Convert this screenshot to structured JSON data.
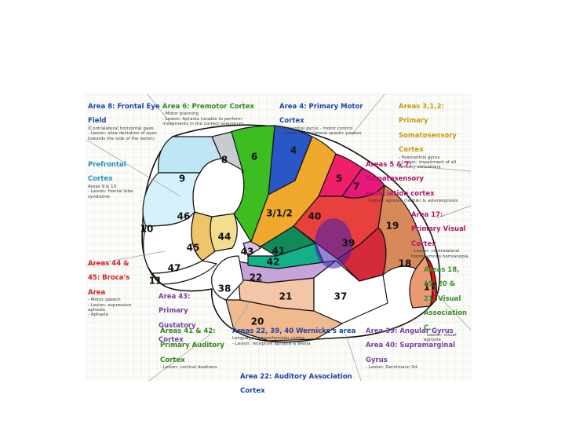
{
  "diagram": {
    "regions": [
      {
        "number": "4",
        "color": "#2a57c8"
      },
      {
        "number": "6",
        "color": "#3dbd22"
      },
      {
        "number": "8",
        "color": "#c8ccd0"
      },
      {
        "number": "9",
        "color": "#bfe6f4"
      },
      {
        "number": "10",
        "color": "#d6f1fa"
      },
      {
        "number": "46",
        "color": "#ffffff"
      },
      {
        "number": "44",
        "color": "#f3dd8e"
      },
      {
        "number": "45",
        "color": "#efc56a"
      },
      {
        "number": "47",
        "color": "#ffffff"
      },
      {
        "number": "11",
        "color": "#ffffff"
      },
      {
        "number": "43",
        "color": "#d7c2e6"
      },
      {
        "number": "41",
        "color": "#0f8a5a"
      },
      {
        "number": "42",
        "color": "#14b08a"
      },
      {
        "number": "3/1/2",
        "color": "#f0a92c"
      },
      {
        "number": "5",
        "color": "#f01f6a"
      },
      {
        "number": "7",
        "color": "#e8187a"
      },
      {
        "number": "40",
        "color": "#e8403c"
      },
      {
        "number": "39",
        "color": "#d42a3a"
      },
      {
        "number": "19",
        "color": "#d8895a"
      },
      {
        "number": "18",
        "color": "#ec9a75"
      },
      {
        "number": "17",
        "color": "#e01414"
      },
      {
        "number": "22",
        "color": "#c6a3d9"
      },
      {
        "number": "38",
        "color": "#ffffff"
      },
      {
        "number": "37",
        "color": "#ffffff"
      },
      {
        "number": "21",
        "color": "#f2c6a6"
      },
      {
        "number": "20",
        "color": "#f0b98e"
      }
    ],
    "annotations": [
      {
        "title": "Area 8: Frontal Eye Field",
        "body": "(Contralateral horizontal gaze\n- Lesion: slow deviation of eyes towards the side of the lesion)",
        "color": "#1b45a8"
      },
      {
        "title": "Area 6: Premotor Cortex",
        "body": "- Motor planning\n- Lesion: Apraxia (unable to perform movements in the correct sequence)",
        "color": "#2e8a1f"
      },
      {
        "title": "Area 4: Primary Motor Cortex",
        "body": "- Precentral gyrus - motor control\n- Lesion: contralateral spastic paresis",
        "color": "#1b45a8"
      },
      {
        "title": "Areas 3,1,2: Primary Somatosensory Cortex",
        "body": "- Postcentral gyrus\n- Lesion: impairment of all sensory sensations",
        "color": "#c79a10"
      },
      {
        "title": "Prefrontal Cortex",
        "body": "Areas 9 & 10\n- Lesion: frontal lobe syndrome",
        "color": "#1e93c0"
      },
      {
        "title": "Areas 5 & 7: Somatosensory association cortex",
        "body": "- Lesion: agnosia (tactile) & astereognosis",
        "color": "#b5146e"
      },
      {
        "title": "Area 17: Primary Visual Cortex",
        "body": "- Lesion: contralateral homonymous hemianopia",
        "color": "#b5146e"
      },
      {
        "title": "Areas 44 & 45: Broca's Area",
        "body": "- Motor speech\n- Lesion: expressive aphasia\n- Aphasia",
        "color": "#d21f1f"
      },
      {
        "title": "Area 43: Primary Gustatory Cortex",
        "body": "",
        "color": "#7a3fa0"
      },
      {
        "title": "Areas 18, 19, 20 & 21: Visual Association C.",
        "body": "- Lesion: visual agnosia",
        "color": "#3b8c2a"
      },
      {
        "title": "Areas 41 & 42: Primary Auditory Cortex",
        "body": "- Lesion: cortical deafness",
        "color": "#2e8a1f"
      },
      {
        "title": "Areas 22, 39, 40 Wernicke's area",
        "body": "Language comprehension center\n- Lesion: receptive aphasia & alexia",
        "color": "#1b45a8"
      },
      {
        "title": "Area 39: Angular Gyrus  Area 40: Supramarginal Gyrus",
        "body": "- Lesion: Gerstmann Sd.",
        "color": "#7a3fa0"
      },
      {
        "title": "Area 22: Auditory Association Cortex",
        "body": "",
        "color": "#1b45a8"
      }
    ]
  }
}
